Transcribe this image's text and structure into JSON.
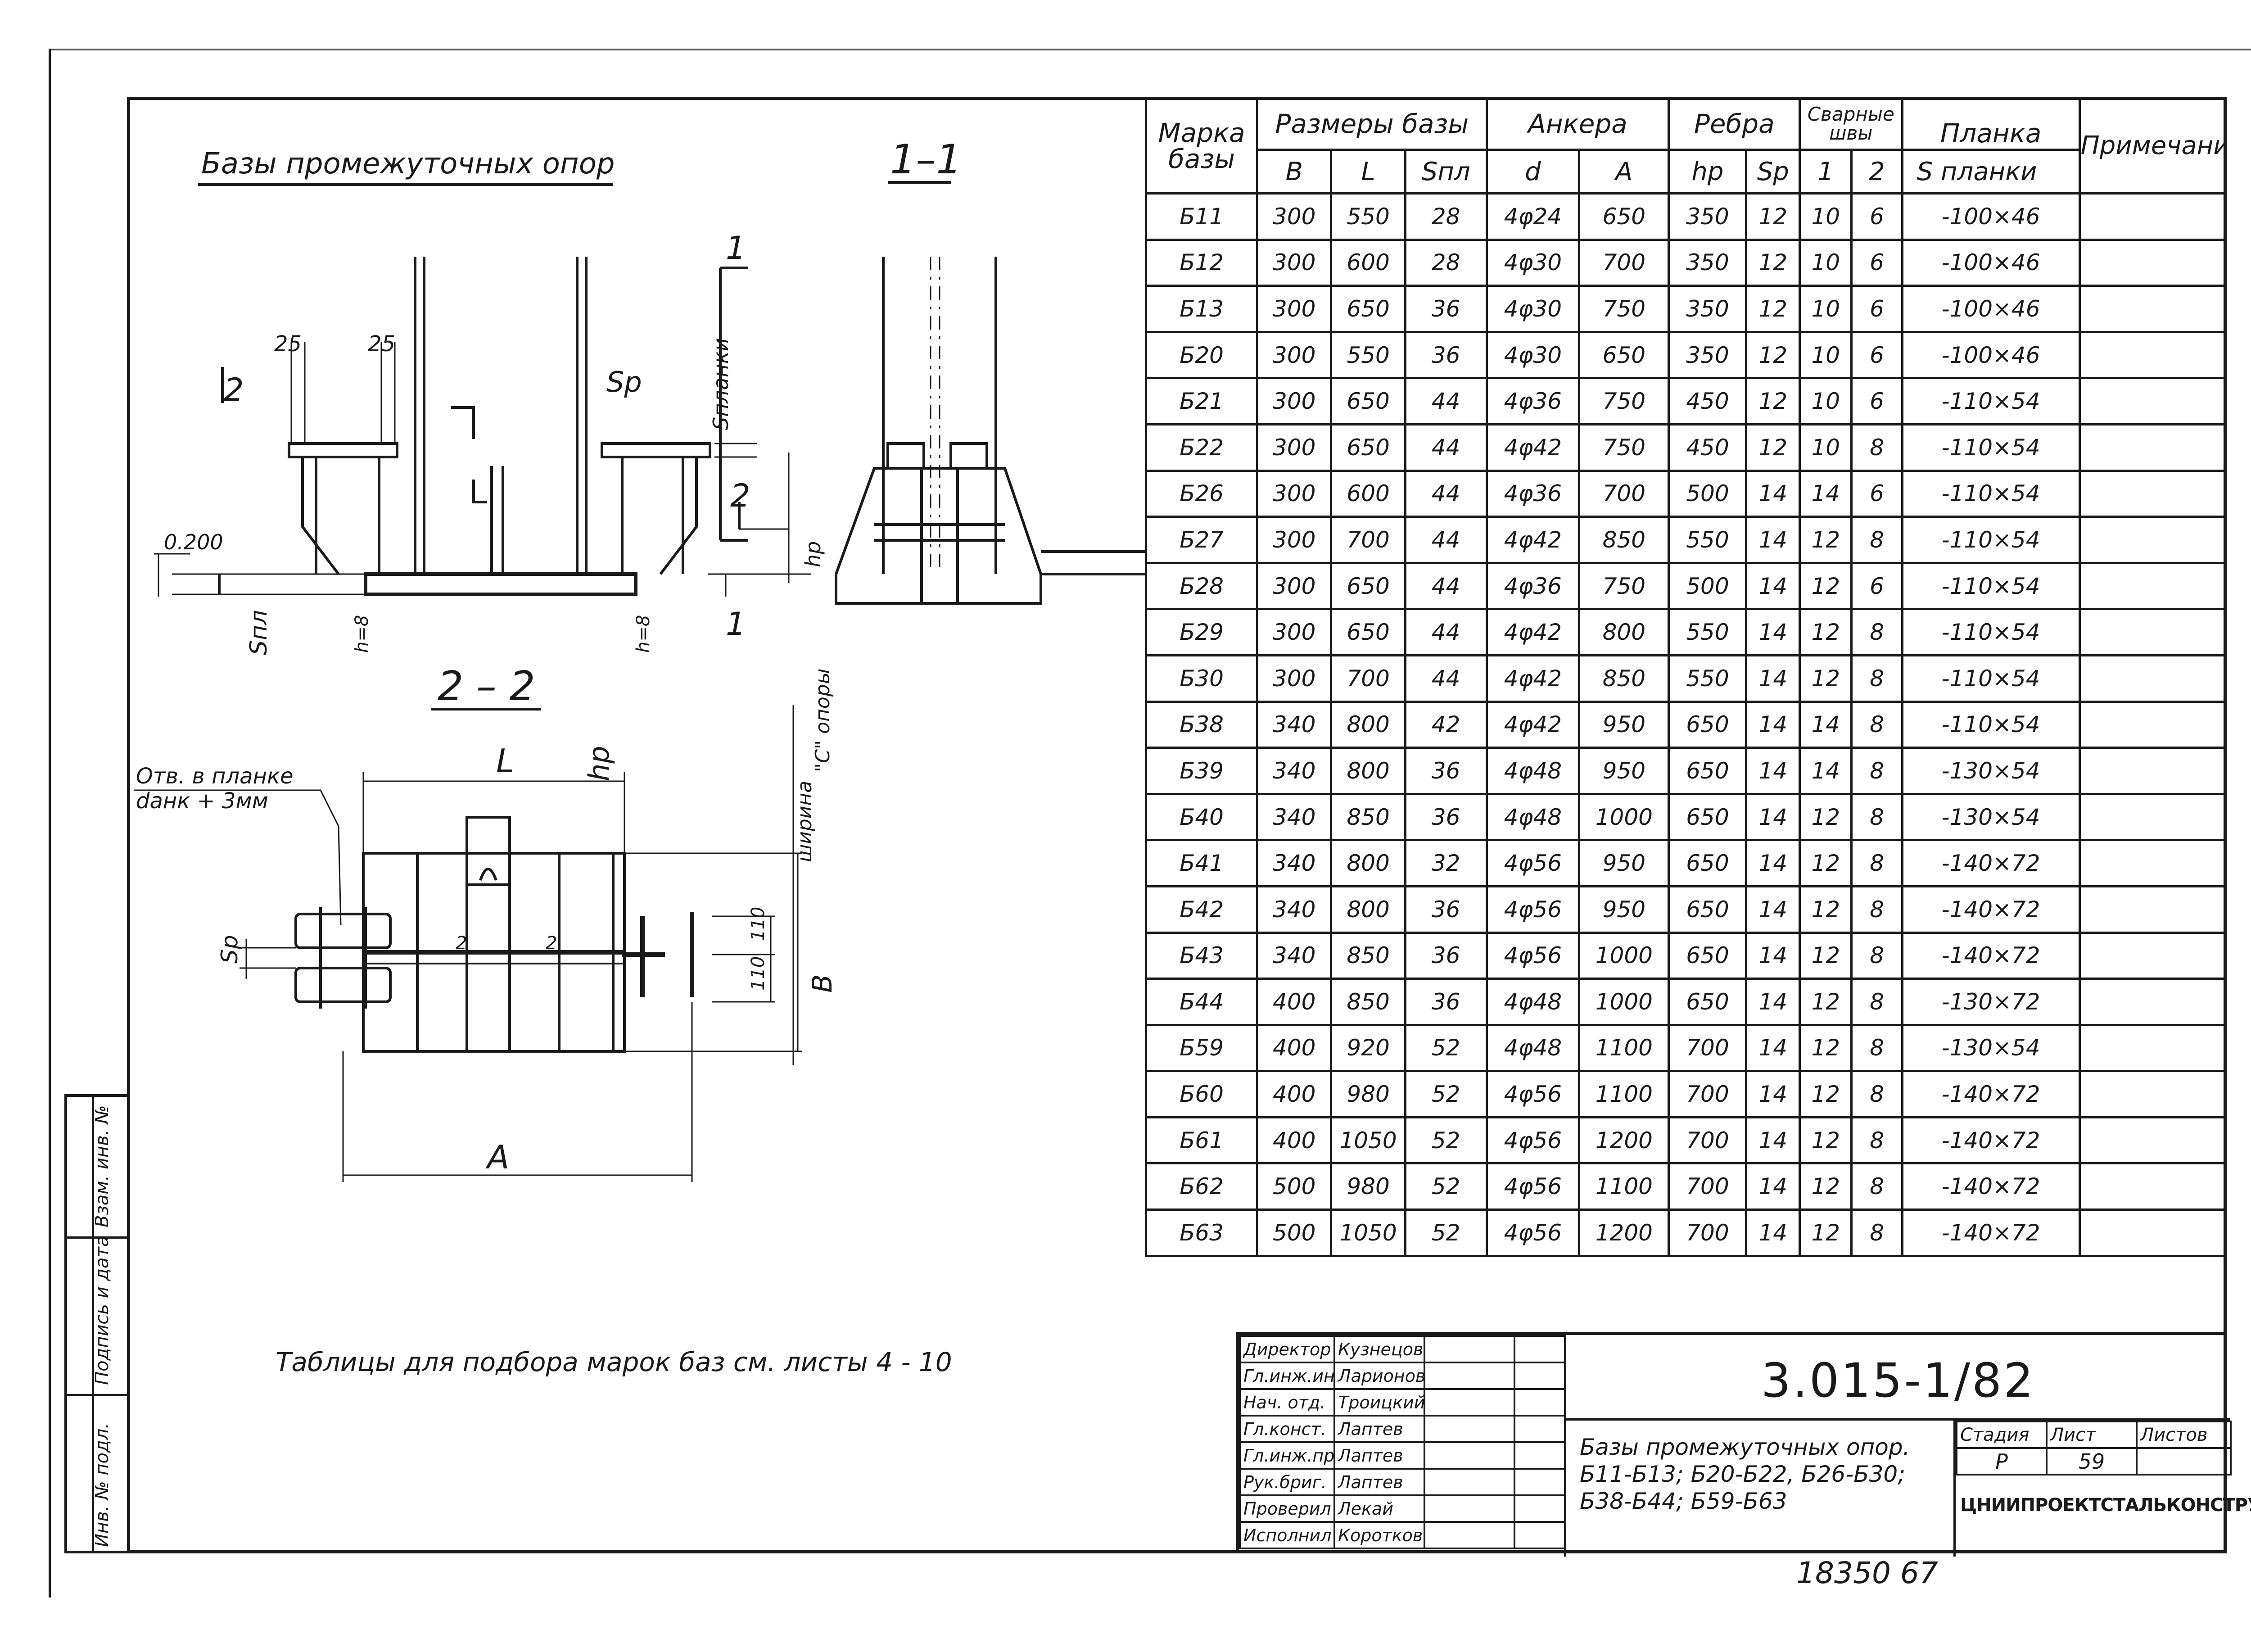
{
  "drawing": {
    "heading_bases": "Базы   промежуточных   опор",
    "section_1_1": "1–1",
    "section_2_2": "2 – 2",
    "note_tables": "Таблицы   для   подбора   марок   баз   см.  листы   4 - 10",
    "dims": {
      "d25a": "25",
      "d25b": "25",
      "sp": "Sp",
      "s_planki": "Sпланки",
      "mark_2": "2",
      "mark_1": "1",
      "elev": "0.200",
      "h8a": "h=8",
      "h8b": "h=8",
      "hp": "hp",
      "spl": "Sпл",
      "L": "L",
      "A": "A",
      "B": "B",
      "hole_note_1": "Отв. в  планке",
      "hole_note_2": "dанк + 3мм",
      "c_width_1": "ширина",
      "c_width_2": "\"С\" опоры",
      "d110a": "110",
      "d110b": "110",
      "sp2": "Sp",
      "wl1": "2",
      "wl2": "2"
    }
  },
  "table": {
    "headers": {
      "marka": "Марка базы",
      "razmery": "Размеры  базы",
      "ankera": "Анкера",
      "rebra": "Ребра",
      "shvy": "Сварные швы",
      "planka": "Планка",
      "prim": "Примечание"
    },
    "subheaders": [
      "В",
      "L",
      "Sпл",
      "d",
      "A",
      "hp",
      "Sp",
      "1",
      "2",
      "S  планки"
    ],
    "rows": [
      [
        "Б11",
        "300",
        "550",
        "28",
        "4φ24",
        "650",
        "350",
        "12",
        "10",
        "6",
        "-100×46"
      ],
      [
        "Б12",
        "300",
        "600",
        "28",
        "4φ30",
        "700",
        "350",
        "12",
        "10",
        "6",
        "-100×46"
      ],
      [
        "Б13",
        "300",
        "650",
        "36",
        "4φ30",
        "750",
        "350",
        "12",
        "10",
        "6",
        "-100×46"
      ],
      [
        "Б20",
        "300",
        "550",
        "36",
        "4φ30",
        "650",
        "350",
        "12",
        "10",
        "6",
        "-100×46"
      ],
      [
        "Б21",
        "300",
        "650",
        "44",
        "4φ36",
        "750",
        "450",
        "12",
        "10",
        "6",
        "-110×54"
      ],
      [
        "Б22",
        "300",
        "650",
        "44",
        "4φ42",
        "750",
        "450",
        "12",
        "10",
        "8",
        "-110×54"
      ],
      [
        "Б26",
        "300",
        "600",
        "44",
        "4φ36",
        "700",
        "500",
        "14",
        "14",
        "6",
        "-110×54"
      ],
      [
        "Б27",
        "300",
        "700",
        "44",
        "4φ42",
        "850",
        "550",
        "14",
        "12",
        "8",
        "-110×54"
      ],
      [
        "Б28",
        "300",
        "650",
        "44",
        "4φ36",
        "750",
        "500",
        "14",
        "12",
        "6",
        "-110×54"
      ],
      [
        "Б29",
        "300",
        "650",
        "44",
        "4φ42",
        "800",
        "550",
        "14",
        "12",
        "8",
        "-110×54"
      ],
      [
        "Б30",
        "300",
        "700",
        "44",
        "4φ42",
        "850",
        "550",
        "14",
        "12",
        "8",
        "-110×54"
      ],
      [
        "Б38",
        "340",
        "800",
        "42",
        "4φ42",
        "950",
        "650",
        "14",
        "14",
        "8",
        "-110×54"
      ],
      [
        "Б39",
        "340",
        "800",
        "36",
        "4φ48",
        "950",
        "650",
        "14",
        "14",
        "8",
        "-130×54"
      ],
      [
        "Б40",
        "340",
        "850",
        "36",
        "4φ48",
        "1000",
        "650",
        "14",
        "12",
        "8",
        "-130×54"
      ],
      [
        "Б41",
        "340",
        "800",
        "32",
        "4φ56",
        "950",
        "650",
        "14",
        "12",
        "8",
        "-140×72"
      ],
      [
        "Б42",
        "340",
        "800",
        "36",
        "4φ56",
        "950",
        "650",
        "14",
        "12",
        "8",
        "-140×72"
      ],
      [
        "Б43",
        "340",
        "850",
        "36",
        "4φ56",
        "1000",
        "650",
        "14",
        "12",
        "8",
        "-140×72"
      ],
      [
        "Б44",
        "400",
        "850",
        "36",
        "4φ48",
        "1000",
        "650",
        "14",
        "12",
        "8",
        "-130×72"
      ],
      [
        "Б59",
        "400",
        "920",
        "52",
        "4φ48",
        "1100",
        "700",
        "14",
        "12",
        "8",
        "-130×54"
      ],
      [
        "Б60",
        "400",
        "980",
        "52",
        "4φ56",
        "1100",
        "700",
        "14",
        "12",
        "8",
        "-140×72"
      ],
      [
        "Б61",
        "400",
        "1050",
        "52",
        "4φ56",
        "1200",
        "700",
        "14",
        "12",
        "8",
        "-140×72"
      ],
      [
        "Б62",
        "500",
        "980",
        "52",
        "4φ56",
        "1100",
        "700",
        "14",
        "12",
        "8",
        "-140×72"
      ],
      [
        "Б63",
        "500",
        "1050",
        "52",
        "4φ56",
        "1200",
        "700",
        "14",
        "12",
        "8",
        "-140×72"
      ]
    ]
  },
  "side_stamp": {
    "inv_podl": "Инв. № подл.",
    "podpis": "Подпись и дата",
    "vzam": "Взам. инв. №"
  },
  "title_block": {
    "roles": [
      [
        "Директор",
        "Кузнецов"
      ],
      [
        "Гл.инж.ин.",
        "Ларионов"
      ],
      [
        "Нач. отд.",
        "Троицкий"
      ],
      [
        "Гл.конст.",
        "Лаптев"
      ],
      [
        "Гл.инж.пр.",
        "Лаптев"
      ],
      [
        "Рук.бриг.",
        "Лаптев"
      ],
      [
        "Проверил",
        "Лекай"
      ],
      [
        "Исполнил",
        "Короткова"
      ]
    ],
    "code": "3.015-1/82",
    "title_1": "Базы  промежуточных  опор.",
    "title_2": "Б11-Б13; Б20-Б22, Б26-Б30;",
    "title_3": "Б38-Б44;  Б59-Б63",
    "stage_label": "Стадия",
    "sheet_label": "Лист",
    "sheets_label": "Листов",
    "stage": "Р",
    "sheet": "59",
    "org": "ЦНИИПРОЕКТСТАЛЬКОНСТРУКЦИЯ",
    "archive": "18350   67"
  }
}
